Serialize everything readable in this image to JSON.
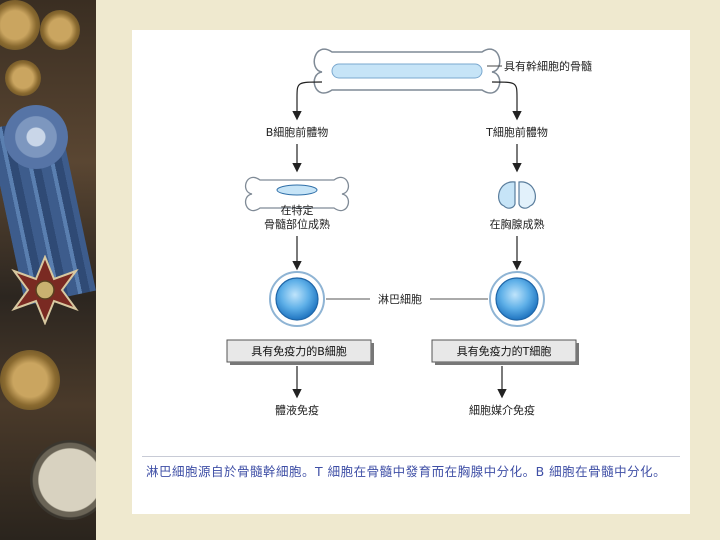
{
  "diagram": {
    "labels": {
      "bone_marrow_stem": "具有幹細胞的骨髓",
      "b_precursor": "B細胞前體物",
      "t_precursor": "T細胞前體物",
      "b_site": "在特定骨髓部位成熟",
      "b_site_line1": "在特定",
      "b_site_line2": "骨髓部位成熟",
      "thymus": "在胸腺成熟",
      "lymphocyte": "淋巴細胞",
      "b_box": "具有免疫力的B細胞",
      "t_box": "具有免疫力的T細胞",
      "humoral": "體液免疫",
      "cell_mediated": "細胞媒介免疫"
    },
    "colors": {
      "cell_blue": "#2f86d0",
      "cell_light": "#9fd0f5",
      "bone_fill": "#dff0fb",
      "arrow": "#222222",
      "box_fill": "#e6e6e6"
    }
  },
  "caption": "淋巴細胞源自於骨髓幹細胞。T 細胞在骨髓中發育而在胸腺中分化。B 細胞在骨髓中分化。"
}
